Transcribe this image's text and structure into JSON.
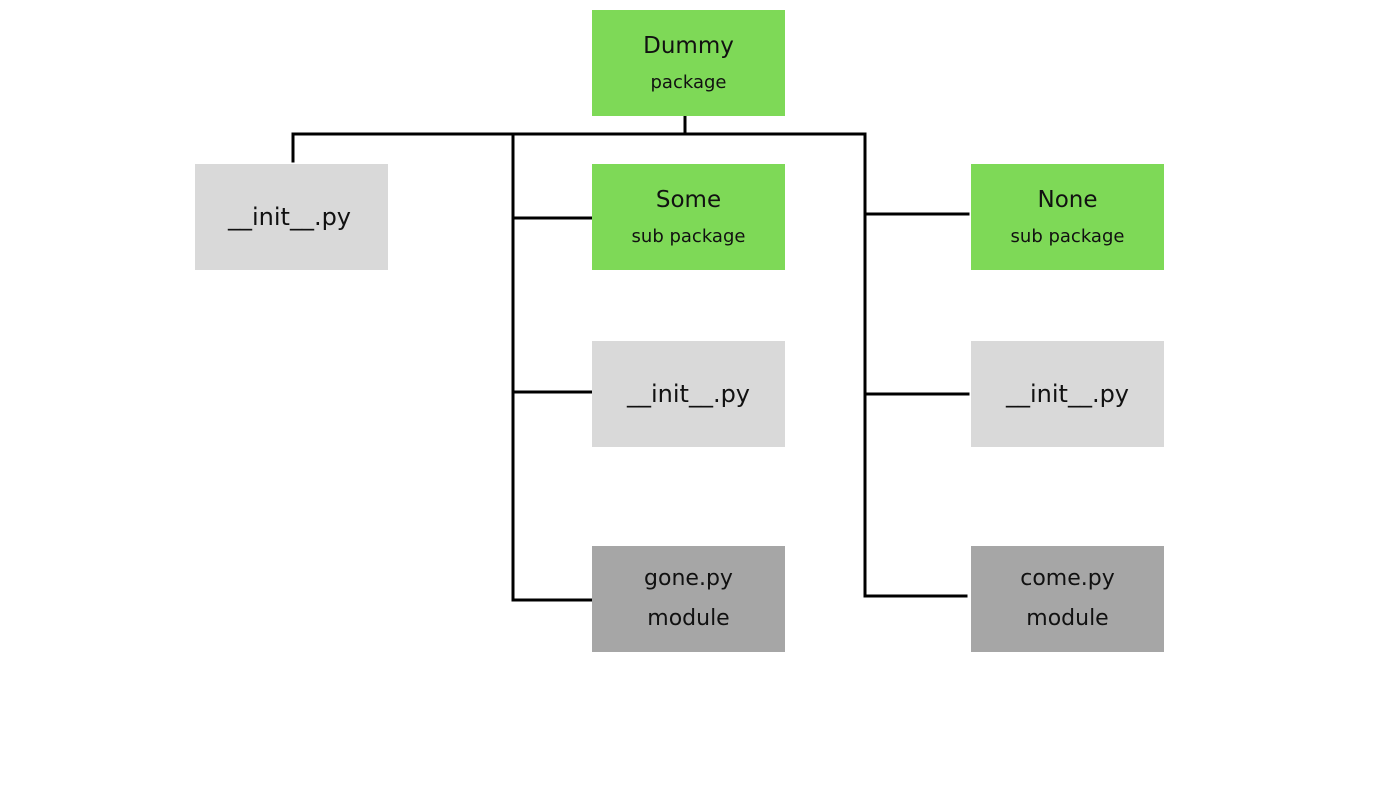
{
  "diagram": {
    "colors": {
      "package": "#7ed957",
      "init_file": "#d9d9d9",
      "module": "#a6a6a6",
      "connector": "#000000"
    },
    "nodes": {
      "root": {
        "title": "Dummy",
        "subtitle": "package"
      },
      "init_top": {
        "title": "__init__.py"
      },
      "some": {
        "title": "Some",
        "subtitle": "sub package"
      },
      "none": {
        "title": "None",
        "subtitle": "sub package"
      },
      "init_some": {
        "title": "__init__.py"
      },
      "init_none": {
        "title": "__init__.py"
      },
      "gone": {
        "title": "gone.py",
        "subtitle": "module"
      },
      "come": {
        "title": "come.py",
        "subtitle": "module"
      }
    }
  }
}
